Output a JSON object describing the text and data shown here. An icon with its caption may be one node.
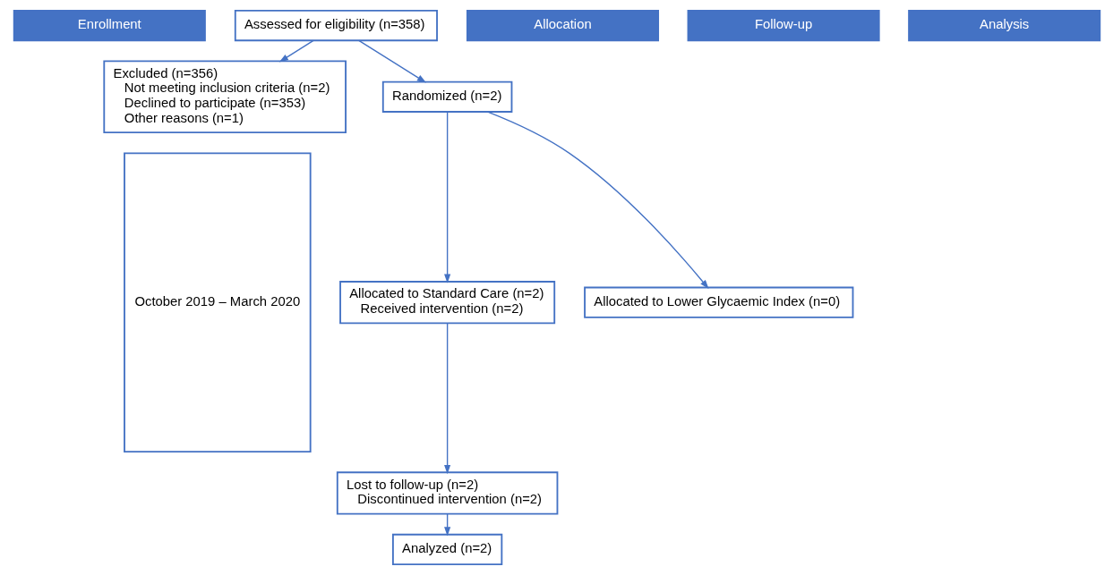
{
  "diagram": {
    "nodes": [
      {
        "text": [
          "Enrollment"
        ]
      },
      {
        "text": [
          "Assessed for eligibility (n=358)"
        ]
      },
      {
        "text": [
          "Excluded (n=356)",
          "Not meeting inclusion criteria (n=2)",
          "Declined to participate (n=353)",
          "Other reasons (n=1)"
        ]
      },
      {
        "text": [
          "Randomized (n=2)"
        ]
      },
      {
        "text": [
          "Allocation"
        ]
      },
      {
        "text": [
          "Allocated to Standard Care (n=2)",
          "Received intervention (n=2)"
        ]
      },
      {
        "text": [
          "Allocated to Lower Glycaemic Index (n=0)"
        ]
      },
      {
        "text": [
          "Follow-up"
        ]
      },
      {
        "text": [
          "Lost to follow-up (n=2)",
          "Discontinued intervention (n=2)"
        ]
      },
      {
        "text": [
          "Analysis"
        ]
      },
      {
        "text": [
          "Analyzed (n=2)"
        ]
      },
      {
        "text": [
          "October 2019 – March 2020"
        ]
      }
    ],
    "edges": [
      {
        "from": 1,
        "to": 3,
        "arrow": "to"
      },
      {
        "from": 1,
        "to": 2,
        "arrow": "to"
      },
      {
        "from": 3,
        "to": 5,
        "arrow": "to"
      },
      {
        "from": 3,
        "to": 6,
        "arrow": "to"
      },
      {
        "from": 5,
        "to": 8,
        "arrow": "to"
      },
      {
        "from": 8,
        "to": 10,
        "arrow": "to"
      }
    ]
  }
}
